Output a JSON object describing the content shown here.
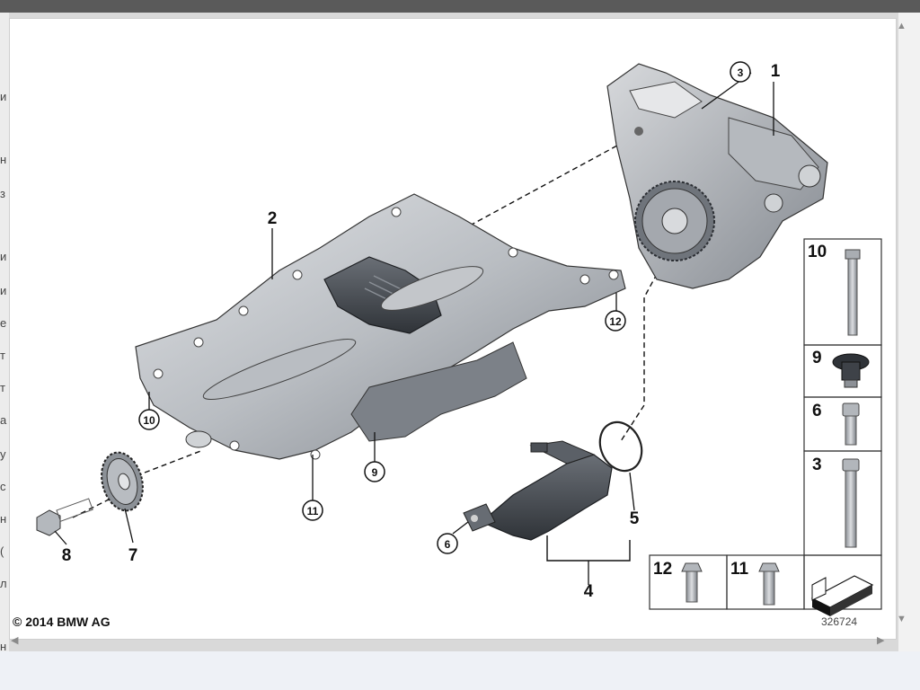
{
  "diagram": {
    "callouts": {
      "c1": "1",
      "c2": "2",
      "c3": "3",
      "c4": "4",
      "c5": "5",
      "c6": "6",
      "c7": "7",
      "c8": "8",
      "c9": "9",
      "c10": "10",
      "c11": "11",
      "c12": "12"
    },
    "legend": {
      "l10": "10",
      "l9": "9",
      "l6": "6",
      "l3": "3",
      "l12": "12",
      "l11": "11"
    },
    "copyright": "© 2014 BMW AG",
    "image_number": "326724"
  },
  "sidebar": {
    "letters": [
      "и",
      "н",
      "з",
      "и",
      "и",
      "е",
      "т",
      "т",
      "а",
      "у",
      "с",
      "н",
      "(",
      "л",
      "н"
    ]
  },
  "colors": {
    "part_light": "#c9ccd0",
    "part_mid": "#9ea3a9",
    "part_dark": "#5d6269",
    "rubber": "#2e3136",
    "line": "#111111"
  }
}
